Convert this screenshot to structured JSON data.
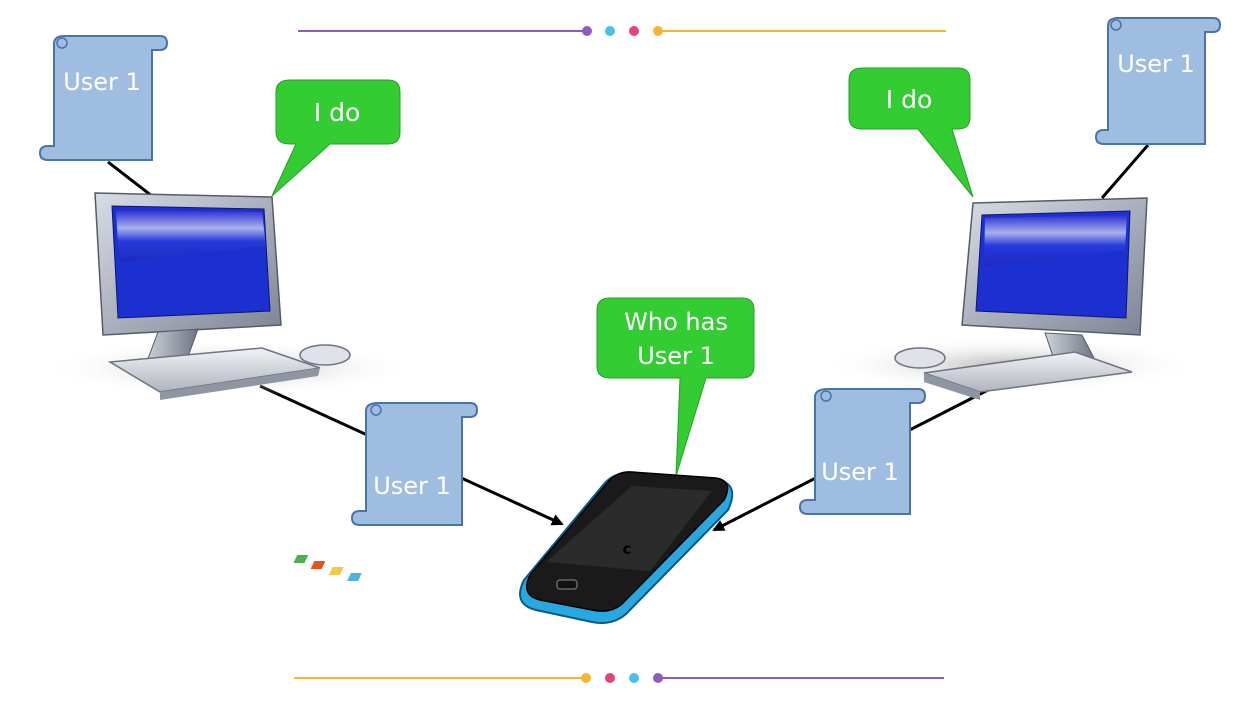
{
  "scroll_labels": {
    "top_left": "User 1",
    "top_right": "User 1",
    "middle_left": "User 1",
    "middle_right": "User 1"
  },
  "bubbles": {
    "left_reply": "I do",
    "right_reply": "I do",
    "phone_query_line1": "Who has",
    "phone_query_line2": "User 1"
  },
  "phone": {
    "screen_letter": "c"
  },
  "colors": {
    "bubble": "#33cc33",
    "scroll_fill": "#9fbde0",
    "scroll_stroke": "#4a73a8",
    "screen_blue": "#1c2fd0",
    "phone_blue": "#29a8e0",
    "divider_purple": "#8e5cbf",
    "divider_orange": "#f5b731",
    "dot_cyan": "#4ac0e8",
    "dot_pink": "#e8427a"
  }
}
